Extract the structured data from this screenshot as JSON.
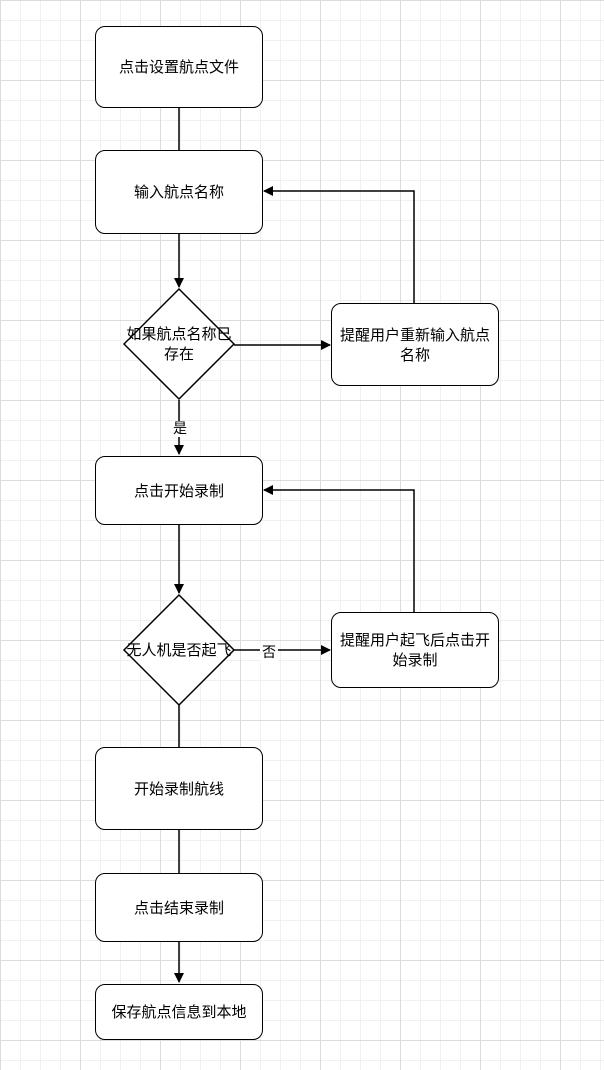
{
  "nodes": {
    "set_waypoint_file": "点击设置航点文件",
    "input_waypoint_name": "输入航点名称",
    "name_exists": "如果航点名称已存在",
    "prompt_reenter": "提醒用户重新输入航点名称",
    "click_start_record": "点击开始录制",
    "drone_airborne": "无人机是否起飞",
    "prompt_takeoff": "提醒用户起飞后点击开始录制",
    "start_recording_route": "开始录制航线",
    "click_stop_record": "点击结束录制",
    "save_local": "保存航点信息到本地"
  },
  "edge_labels": {
    "yes": "是",
    "no": "否"
  }
}
